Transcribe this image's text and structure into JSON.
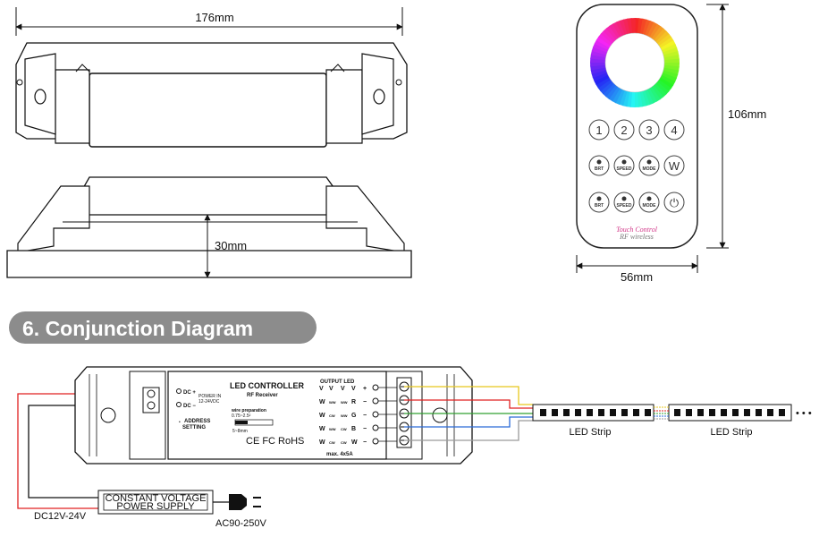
{
  "dimensions": {
    "length": "176mm",
    "height": "30mm",
    "remote_height": "106mm",
    "remote_width": "56mm"
  },
  "remote": {
    "buttons_row1": [
      "1",
      "2",
      "3",
      "4"
    ],
    "buttons_row2": [
      "BRT",
      "SPEED",
      "MODE",
      "W"
    ],
    "buttons_row3": [
      "BRT",
      "SPEED",
      "MODE",
      "⏻"
    ],
    "brand_line1": "Touch Control",
    "brand_line2": "RF wireless"
  },
  "section": {
    "title": "6. Conjunction Diagram"
  },
  "controller": {
    "title": "LED CONTROLLER",
    "subtitle": "RF Receiver",
    "output_label": "OUTPUT LED",
    "dc_plus": "DC +",
    "dc_minus": "DC −",
    "power_in": "POWER IN",
    "power_range": "12-24VDC",
    "address_line1": "ADDRESS",
    "address_line2": "SETTING",
    "wire_prep": "wire preparation",
    "wire_gauge": "0.75~2.5²",
    "wire_strip": "5~8mm",
    "certs": "CE FC RoHS",
    "max_current": "max. 4x5A",
    "output_terminals": [
      "+",
      "−",
      "−",
      "−",
      "−"
    ],
    "output_col_v": [
      "V",
      "W",
      "W",
      "W",
      "W"
    ],
    "output_col_rgb": [
      "V",
      "R",
      "G",
      "B",
      "W"
    ]
  },
  "power_supply": {
    "line1": "CONSTANT VOLTAGE",
    "line2": "POWER SUPPLY",
    "dc_label": "DC12V-24V",
    "ac_label": "AC90-250V"
  },
  "strips": {
    "label1": "LED Strip",
    "label2": "LED Strip",
    "ellipsis": "• • •"
  },
  "colors": {
    "header_bg": "#8c8c8c",
    "wire_red": "#e02020",
    "wire_yellow": "#e8c81c",
    "wire_green": "#30a030",
    "wire_blue": "#2a6ad8",
    "wire_gray": "#9a9a9a"
  }
}
